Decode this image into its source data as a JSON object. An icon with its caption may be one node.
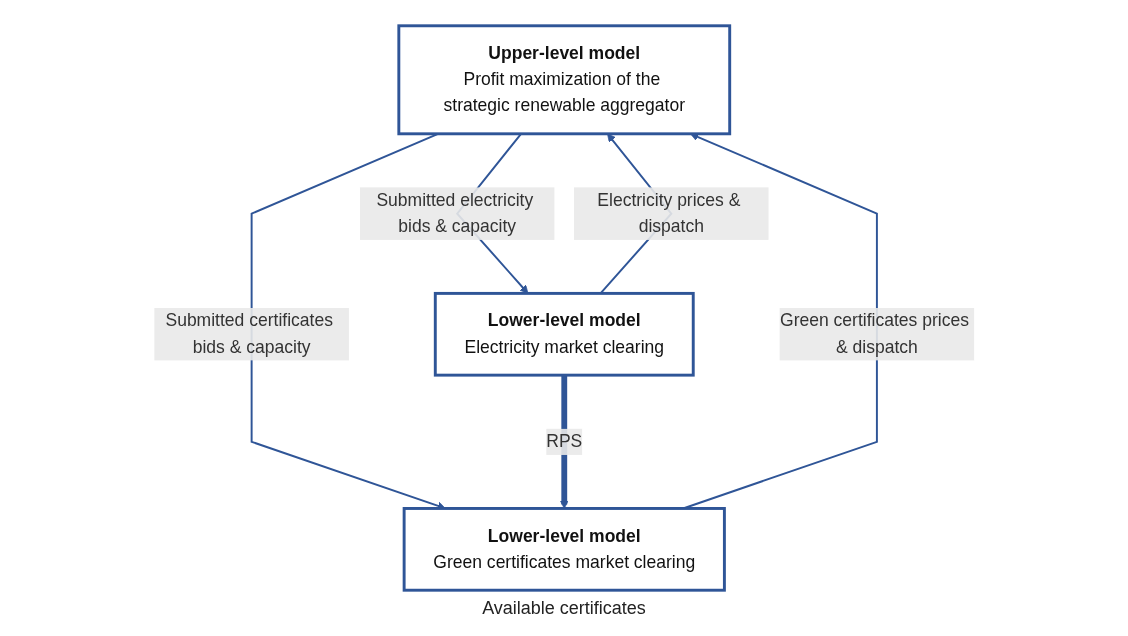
{
  "diagram": {
    "nodes": [
      {
        "text": [
          "Upper-level model",
          "Profit maximization of the strategic renewable aggregator"
        ]
      },
      {
        "text": [
          "Lower-level model",
          "Electricity market clearing"
        ]
      },
      {
        "text": [
          "Lower-level model",
          "Green certificates market clearing"
        ]
      }
    ],
    "edges": [
      {
        "from": 0,
        "to": 1,
        "arrow": "to",
        "label": "Submitted electricity bids & capacity"
      },
      {
        "from": 1,
        "to": 0,
        "arrow": "to",
        "label": "Electricity prices & dispatch"
      },
      {
        "from": 2,
        "to": 0,
        "arrow": "to",
        "label": "Green certificates prices & dispatch"
      },
      {
        "from": 0,
        "to": 2,
        "arrow": "to",
        "label": "Submitted certificates bids & capacity"
      },
      {
        "from": 1,
        "to": 2,
        "arrow": "to",
        "label": "RPS",
        "style": "thick"
      }
    ],
    "labels": [
      "Available certificates"
    ]
  }
}
